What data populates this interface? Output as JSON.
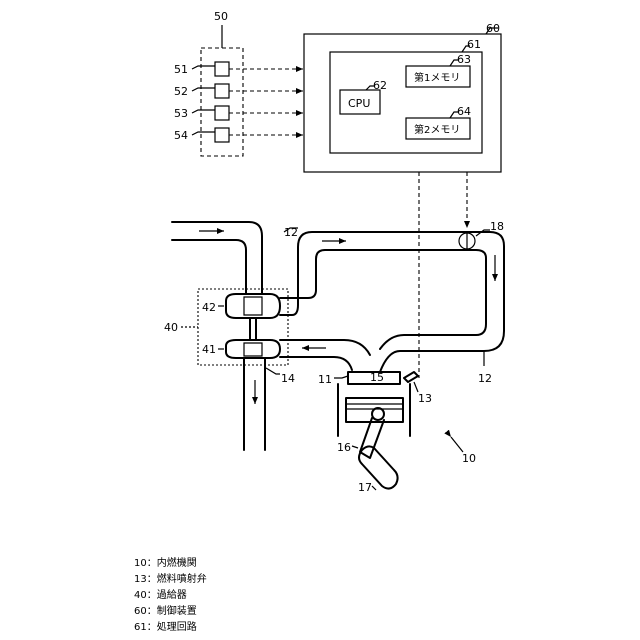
{
  "labels": {
    "ref_50": "50",
    "ref_51": "51",
    "ref_52": "52",
    "ref_53": "53",
    "ref_54": "54",
    "ref_60": "60",
    "ref_61": "61",
    "ref_62": "62",
    "ref_63": "63",
    "ref_64": "64",
    "cpu": "CPU",
    "memory_1": "第1メモリ",
    "memory_2": "第2メモリ",
    "ref_12_top": "12",
    "ref_12_right": "12",
    "ref_18": "18",
    "ref_42": "42",
    "ref_41": "41",
    "ref_40": "40",
    "ref_14": "14",
    "ref_11": "11",
    "ref_15": "15",
    "ref_13": "13",
    "ref_16": "16",
    "ref_17": "17",
    "ref_10": "10"
  },
  "legend": [
    "10：内燃機関",
    "13：燃料噴射弁",
    "40：過給器",
    "60：制御装置",
    "61：処理回路"
  ]
}
